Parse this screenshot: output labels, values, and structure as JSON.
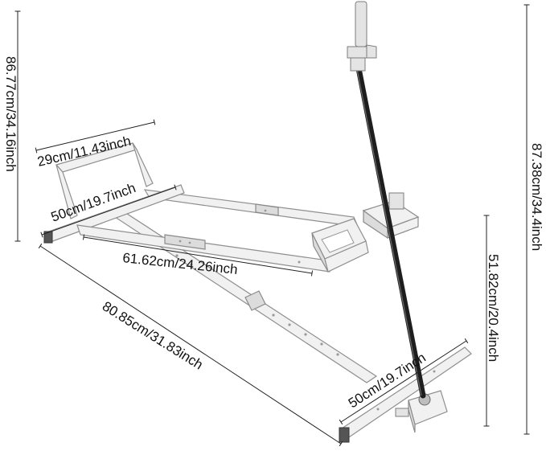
{
  "dimensions": {
    "handle_width": "29cm/11.43inch",
    "front_bar": "50cm/19.7inch",
    "top_length": "61.62cm/24.26inch",
    "diagonal_leg": "80.85cm/31.83inch",
    "bottom_bar": "50cm/19.7inch",
    "rear_height": "51.82cm/20.4inch",
    "left_height": "86.77cm/34.16inch",
    "total_height": "87.38cm/34.4inch"
  },
  "colors": {
    "frame": "#f1f1f1",
    "rod": "#1e1e1e",
    "background": "#ffffff"
  }
}
